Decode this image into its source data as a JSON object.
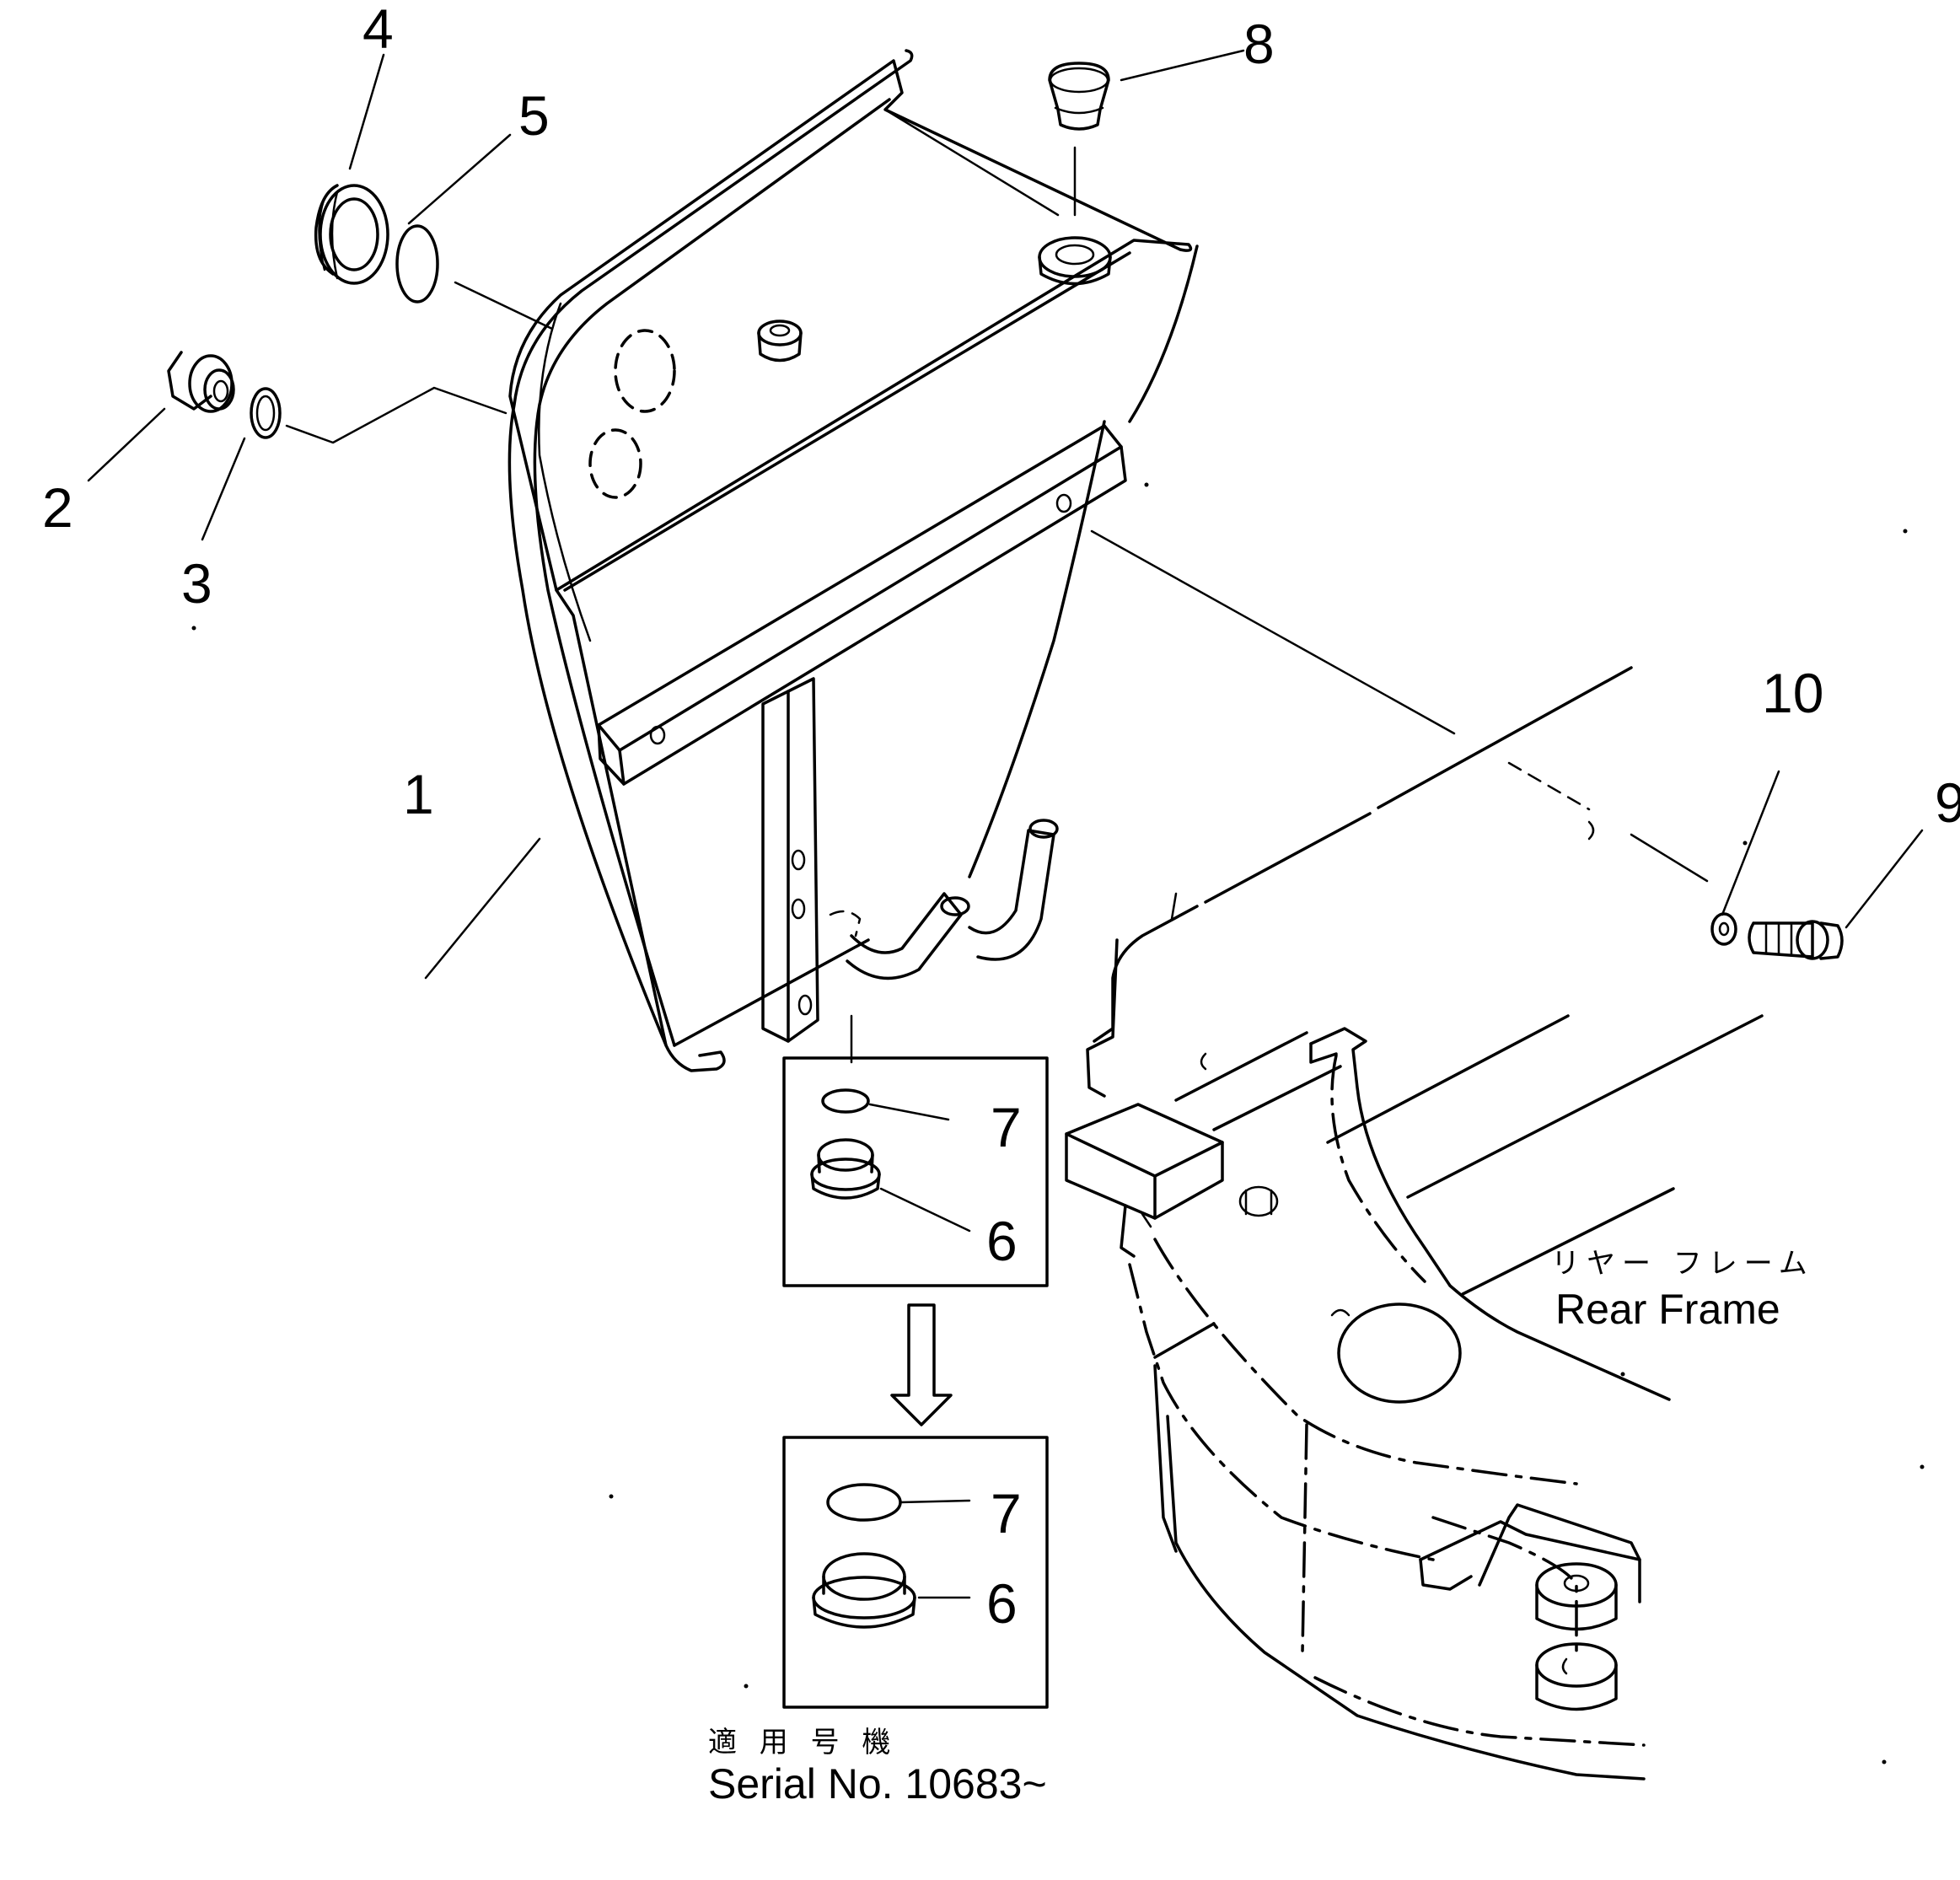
{
  "callouts": [
    "1",
    "2",
    "3",
    "4",
    "5",
    "6",
    "7",
    "8",
    "9",
    "10"
  ],
  "inset_upper": {
    "items": [
      "7",
      "6"
    ]
  },
  "inset_lower": {
    "items": [
      "7",
      "6"
    ]
  },
  "rear_frame": {
    "label_jp": "リヤー フレーム",
    "label_en": "Rear Frame"
  },
  "serial": {
    "label_jp": "適 用 号 機",
    "label_en": "Serial No. 10683~"
  }
}
